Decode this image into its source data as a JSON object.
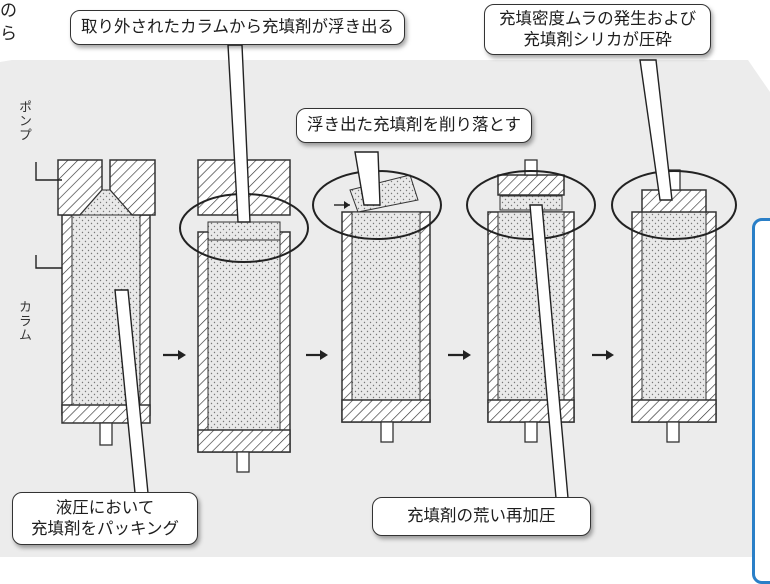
{
  "fragments": {
    "line1": "の",
    "line2": "ら"
  },
  "callouts": {
    "removed_column": "取り外されたカラムから充填剤が浮き出る",
    "scrape_off": "浮き出た充填剤を削り落とす",
    "density_line1": "充填密度ムラの発生および",
    "density_line2": "充填剤シリカが圧砕",
    "hydraulic_line1": "液圧において",
    "hydraulic_line2": "充填剤をパッキング",
    "repressurize": "充填剤の荒い再加圧"
  },
  "labels": {
    "pump": "ポンプ",
    "column": "カラム"
  },
  "colors": {
    "panel": "#ececec",
    "accent": "#2a7fc7",
    "outline": "#333333",
    "packing": "#e6e6e6"
  },
  "icons": [
    "arrow-right-icon"
  ]
}
